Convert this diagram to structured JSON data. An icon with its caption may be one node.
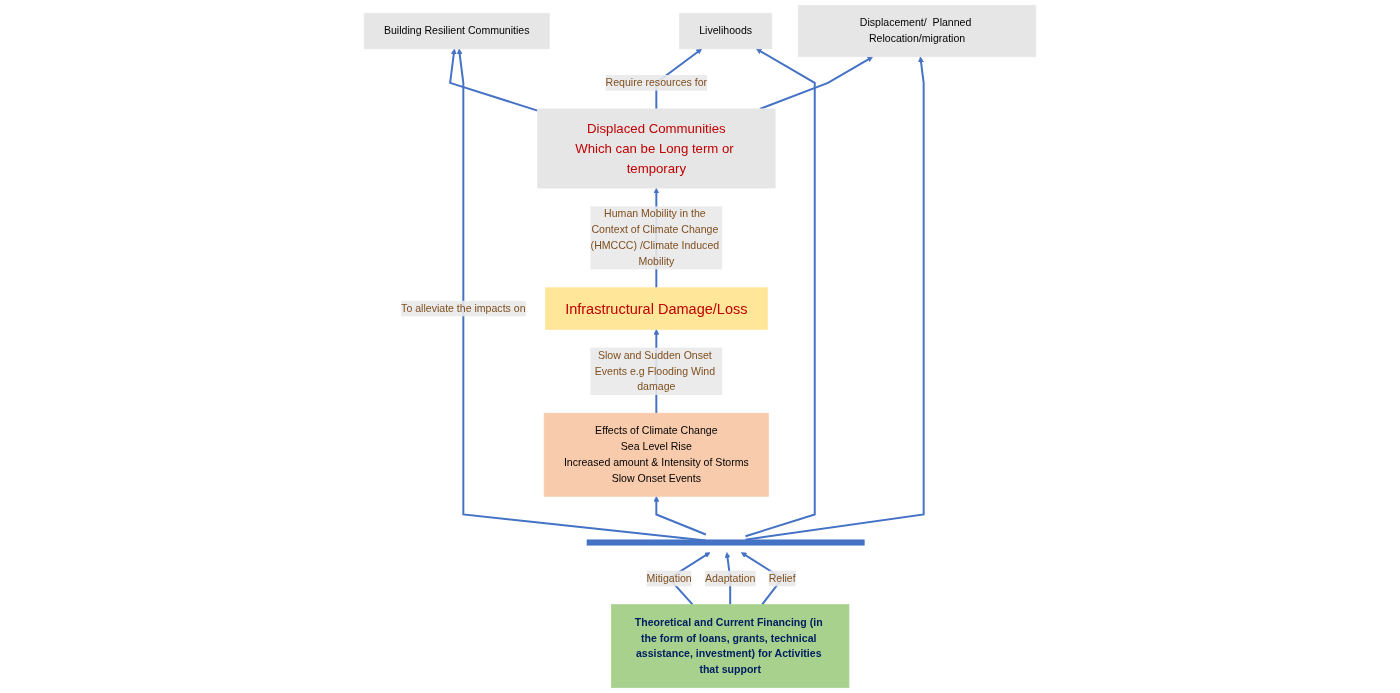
{
  "diagram": {
    "nodes": [
      {
        "text": [
          "Infrastructural  Damage/Loss"
        ]
      },
      {
        "text": [
          "Displaced Communities",
          "Which can be Long term or temporary"
        ]
      },
      {
        "text": [
          "Effects of Climate Change",
          "Sea Level Rise",
          "Increased amount & Intensity of Storms",
          "Slow Onset Events"
        ]
      },
      {
        "text": [
          "Building Resilient Communities"
        ]
      },
      {
        "text": [
          "Livelihoods"
        ]
      },
      {
        "text": [
          "Displacement/  Planned Relocation/migration"
        ]
      },
      {
        "text": [],
        "shape": "bar"
      },
      {
        "text": [
          "Theoretical and Current Financing (in the form of loans, grants, technical assistance, investment) for Activities that support"
        ]
      }
    ],
    "edges": [
      {
        "from": 2,
        "to": 0,
        "arrow": "to",
        "label": "Slow and Sudden Onset Events e.g Flooding Wind damage"
      },
      {
        "from": 0,
        "to": 1,
        "arrow": "to",
        "label": "Human Mobility in the Context of Climate Change (HMCCC) /Climate Induced Mobility"
      },
      {
        "from": 1,
        "to": 3,
        "arrow": "to"
      },
      {
        "from": 1,
        "to": 4,
        "arrow": "to",
        "label": "Require resources for"
      },
      {
        "from": 1,
        "to": 5,
        "arrow": "to"
      },
      {
        "from": 7,
        "to": 6,
        "arrow": "to",
        "label": "Mitigation"
      },
      {
        "from": 7,
        "to": 6,
        "arrow": "to",
        "label": "Adaptation"
      },
      {
        "from": 7,
        "to": 6,
        "arrow": "to",
        "label": "Relief"
      },
      {
        "from": 6,
        "to": 2,
        "arrow": "to"
      },
      {
        "from": 6,
        "to": 3,
        "arrow": "to",
        "label": "To alleviate the impacts on"
      },
      {
        "from": 6,
        "to": 4,
        "arrow": "to"
      },
      {
        "from": 6,
        "to": 5,
        "arrow": "to"
      }
    ]
  }
}
